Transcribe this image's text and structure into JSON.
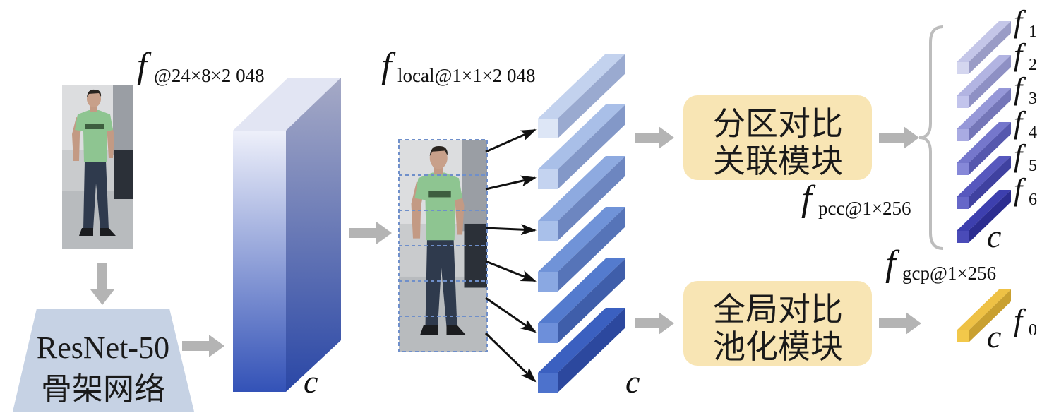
{
  "backbone": {
    "line1": "ResNet-50",
    "line2": "骨架网络"
  },
  "feature_map_label": {
    "f": "f",
    "sub": "@24×8×2 048"
  },
  "local_label": {
    "f": "f",
    "sub": "local@1×1×2 048"
  },
  "pcc_label": {
    "f": "f",
    "sub": "pcc@1×256"
  },
  "gcp_label": {
    "f": "f",
    "sub": "gcp@1×256"
  },
  "pcc_module": {
    "line1": "分区对比",
    "line2": "关联模块"
  },
  "gcp_module": {
    "line1": "全局对比",
    "line2": "池化模块"
  },
  "channel_label": "c",
  "part_features": [
    {
      "f": "f",
      "sub": "1"
    },
    {
      "f": "f",
      "sub": "2"
    },
    {
      "f": "f",
      "sub": "3"
    },
    {
      "f": "f",
      "sub": "4"
    },
    {
      "f": "f",
      "sub": "5"
    },
    {
      "f": "f",
      "sub": "6"
    }
  ],
  "global_feature": {
    "f": "f",
    "sub": "0"
  },
  "colors": {
    "module_fill": "#f8e5b4",
    "backbone_fill": "#c6d2e4",
    "gray_arrow": "#b4b4b4",
    "brace": "#bdbdbd",
    "dashed_grid": "#6f8fca",
    "black_arrow": "#111111",
    "block": {
      "top_face": "#e2e5f3",
      "front_top": "#eef0fa",
      "front_bottom": "#3352b7",
      "side_top": "#a6aac6",
      "side_bottom": "#2a47a6"
    },
    "part_bars": [
      {
        "front": "#dde6f6",
        "top": "#c3d2ee",
        "side": "#9aaad0"
      },
      {
        "front": "#c4d3f0",
        "top": "#a9bfe8",
        "side": "#8398c8"
      },
      {
        "front": "#a9c0ea",
        "top": "#8eaae0",
        "side": "#6d86c0"
      },
      {
        "front": "#8aa8e2",
        "top": "#7093d8",
        "side": "#5674b8"
      },
      {
        "front": "#6d8fda",
        "top": "#547bce",
        "side": "#3f5eaa"
      },
      {
        "front": "#4d72cc",
        "top": "#3b60c0",
        "side": "#2c489e"
      }
    ],
    "reduced_bars": [
      {
        "front": "#d4d6ef",
        "top": "#c4c6e8",
        "side": "#9a9cc6"
      },
      {
        "front": "#c2c4ec",
        "top": "#b2b4e2",
        "side": "#8e90c4"
      },
      {
        "front": "#a9abe2",
        "top": "#9698d8",
        "side": "#7476b8"
      },
      {
        "front": "#8688d8",
        "top": "#7577cc",
        "side": "#5658ae"
      },
      {
        "front": "#6667c8",
        "top": "#5758be",
        "side": "#3f41a0"
      },
      {
        "front": "#4a4bb8",
        "top": "#3d3fae",
        "side": "#2c2d90"
      }
    ],
    "global_bar": {
      "front": "#f2c84a",
      "top": "#eec145",
      "side": "#c9a030"
    }
  }
}
